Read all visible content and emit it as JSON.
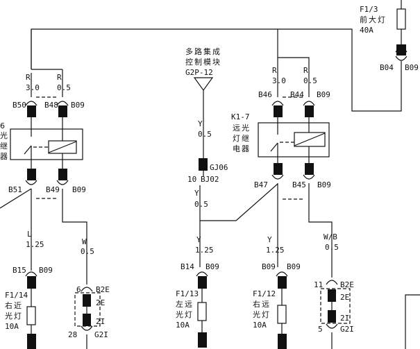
{
  "fuse_headlamp": {
    "id": "F1/3",
    "name": "前大灯",
    "rating": "40A",
    "pins": [
      "B04",
      "B09"
    ]
  },
  "bcm": {
    "line1": "多路集成",
    "line2": "控制模块",
    "pin": "G2P-12"
  },
  "relay_left": {
    "label_partial": [
      "6",
      "光",
      "继",
      "器"
    ],
    "top_wires": [
      {
        "color": "R",
        "gauge": "3.0"
      },
      {
        "color": "R",
        "gauge": "0.5"
      }
    ],
    "top_pins": [
      "B50",
      "B48",
      "B09"
    ],
    "bottom_pins": [
      "B51",
      "B49",
      "B09"
    ]
  },
  "relay_right": {
    "id": "K1-7",
    "name": [
      "远光",
      "灯继",
      "电器"
    ],
    "top_wires": [
      {
        "color": "R",
        "gauge": "3.0"
      },
      {
        "color": "R",
        "gauge": "0.5"
      }
    ],
    "top_pins": [
      "B46",
      "B44",
      "B09"
    ],
    "bottom_pins": [
      "B47",
      "B45",
      "B09"
    ]
  },
  "bcm_wire": {
    "color": "Y",
    "gauge": "0.5"
  },
  "connector_gj06": {
    "top": "GJ06",
    "left": "10",
    "right": "BJ02"
  },
  "bcm_wire2": {
    "color": "Y",
    "gauge": "0.5"
  },
  "wires_lower": [
    {
      "color": "L",
      "gauge": "1.25"
    },
    {
      "color": "W",
      "gauge": "0.5"
    },
    {
      "color": "Y",
      "gauge": "1.25"
    },
    {
      "color": "Y",
      "gauge": "1.25"
    },
    {
      "color": "W/B",
      "gauge": "0.5"
    }
  ],
  "fuses": [
    {
      "pins": [
        "B15",
        "B09"
      ],
      "id": "F1/14",
      "name": [
        "右近",
        "光灯"
      ],
      "rating": "10A"
    },
    {
      "pins": [
        "B14",
        "B09"
      ],
      "id": "F1/13",
      "name": [
        "左远",
        "光灯"
      ],
      "rating": "10A"
    },
    {
      "pins": [
        "B09",
        "B09"
      ],
      "id": "F1/12",
      "name": [
        "右远",
        "光灯"
      ],
      "rating": "10A"
    }
  ],
  "connectors_b2e": [
    {
      "top_num": "6",
      "top": "B2E",
      "inner1": "2E",
      "inner2": "2I",
      "bottom_num": "28",
      "bottom": "G2I"
    },
    {
      "top_num": "11",
      "top": "B2E",
      "inner1": "2E",
      "inner2": "2I",
      "bottom_num": "5",
      "bottom": "G2I"
    }
  ]
}
